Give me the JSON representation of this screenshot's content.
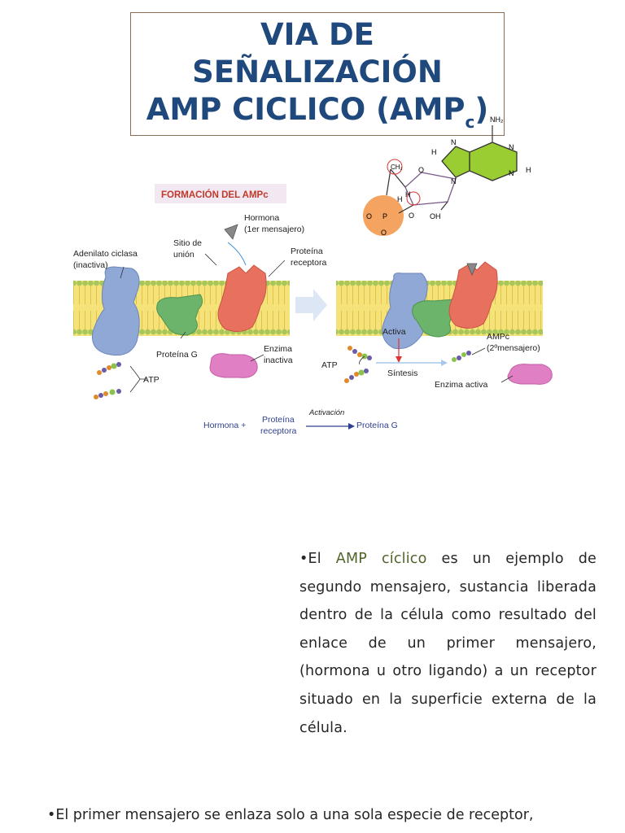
{
  "title": {
    "line1": "VIA DE",
    "line2": "SEÑALIZACIÓN",
    "line3_main": "AMP CICLICO (AMP",
    "line3_sub": "c",
    "line3_end": ")"
  },
  "diagram": {
    "heading": "FORMACIÓN DEL AMPc",
    "hormona": "Hormona",
    "primer_mensajero": "(1er mensajero)",
    "sitio_line1": "Sitio de",
    "sitio_line2": "unión",
    "adenilato_line1": "Adenilato ciclasa",
    "adenilato_line2": "(inactiva)",
    "proteina_receptora_line1": "Proteína",
    "proteina_receptora_line2": "receptora",
    "proteina_g": "Proteína G",
    "enzima_line1": "Enzima",
    "enzima_line2": "inactiva",
    "atp_left": "ATP",
    "atp_right": "ATP",
    "activa": "Activa",
    "ampc": "AMPc",
    "segundo_mensajero": "(2ºmensajero)",
    "sintesis": "Síntesis",
    "enzima_activa": "Enzima activa",
    "eq_hormona": "Hormona +",
    "eq_proteina_line1": "Proteína",
    "eq_proteina_line2": "receptora",
    "eq_activacion": "Activación",
    "eq_proteina_g": "Proteína G",
    "mol_nh2": "NH₂",
    "mol_n1": "N",
    "mol_n2": "N",
    "mol_n3": "N",
    "mol_n4": "N",
    "mol_h1": "H",
    "mol_h2": "H",
    "mol_h3": "H",
    "mol_h4": "H",
    "mol_ch2": "CH₂",
    "mol_o1": "O",
    "mol_o2": "O",
    "mol_o3": "O",
    "mol_o4": "O",
    "mol_p": "P",
    "mol_oh": "OH"
  },
  "paragraph1": {
    "bullet": "•El ",
    "highlight": "AMP cíclico",
    "rest": " es un ejemplo de segundo mensajero, sustancia liberada dentro de la célula como resultado del enlace de un primer mensajero, (hormona u otro ligando) a un receptor situado en la superficie externa de la célula."
  },
  "paragraph2": {
    "text": "•El primer mensajero se enlaza solo a una sola especie de receptor,"
  },
  "colors": {
    "title": "#1f497d",
    "highlight": "#4f6228",
    "heading": "#c0392b",
    "membrane": "#f5e37a",
    "lipid_head": "#a8c75a",
    "adenilato": "#8fa8d6",
    "proteina_g": "#6cb36c",
    "receptor": "#e8705f",
    "enzima": "#e07fc4",
    "adenine": "#9acd32",
    "phosphate": "#f4a460",
    "label_blue": "#2e3f8f"
  }
}
